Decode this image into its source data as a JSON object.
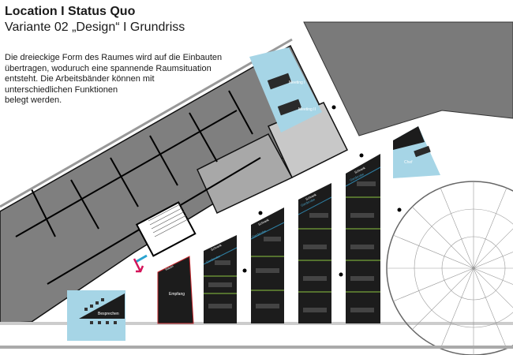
{
  "header": {
    "title": "Location I Status Quo",
    "subtitle": "Variante 02 „Design“ I Grundriss"
  },
  "description": {
    "lines": [
      "Die dreieckige Form des Raumes wird auf die Einbauten",
      "übertragen, woduruch eine spannende Raumsituation",
      "entsteht. Die Arbeitsbänder können mit",
      "unterschiedlichen Funktionen",
      "belegt werden."
    ]
  },
  "plan": {
    "rooms": {
      "meeting1": "Meeting I",
      "meeting2": "Meeting II",
      "chef": "Chef",
      "besprechen": "Besprechen",
      "empfang": "Empfang",
      "stauen": "Stauen",
      "schrank": "Schrank",
      "garderobe": "Garderobe"
    },
    "colors": {
      "existing": "#7a7a7a",
      "light": "#c8c8c8",
      "blue": "#a6d5e6",
      "band": "#1c1c1c",
      "green": "#8dc63f",
      "entry": "#d4145a",
      "red": "#c1272d"
    }
  }
}
